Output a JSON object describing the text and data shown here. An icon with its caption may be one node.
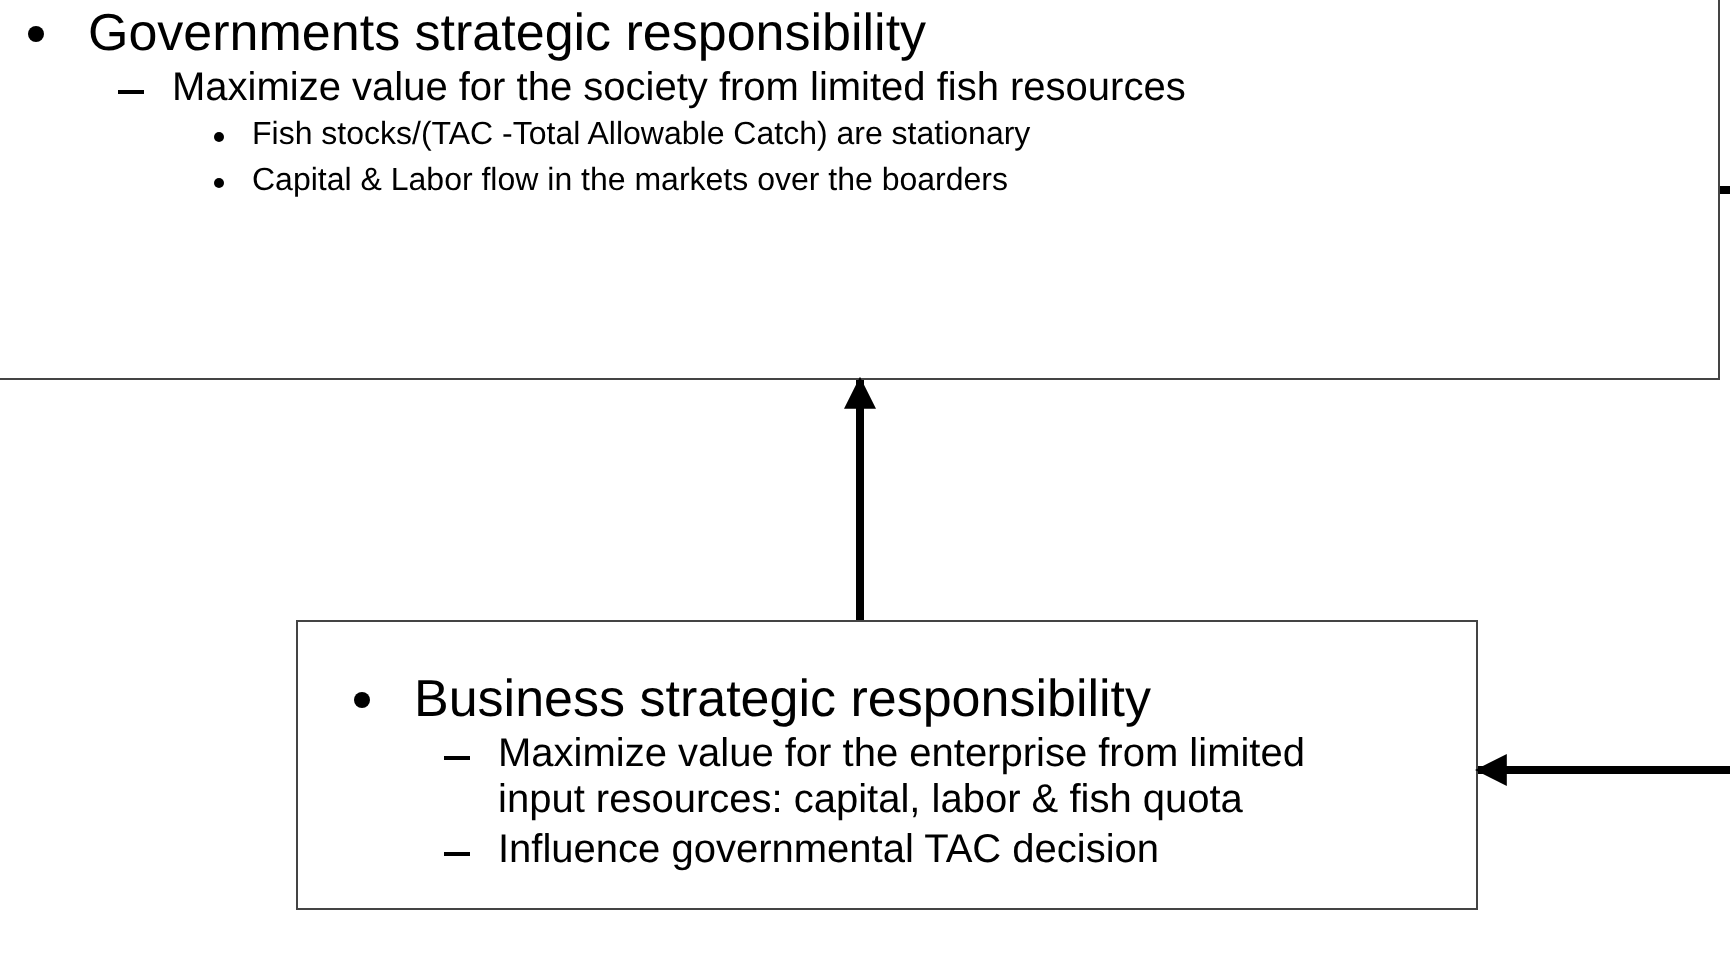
{
  "diagram": {
    "nodes": [
      {
        "text": [
          "Governments strategic responsibility",
          "Maximize value for the society from limited fish resources",
          "Fish stocks/(TAC -Total Allowable Catch) are stationary",
          "Capital & Labor flow in the markets over the boarders"
        ]
      },
      {
        "text": [
          "Business strategic responsibility",
          "Maximize value for the enterprise from limited input resources: capital, labor & fish quota",
          "Influence governmental TAC decision"
        ]
      }
    ],
    "edges": [
      {
        "from": 1,
        "to": 0,
        "arrow": "to"
      },
      {
        "from": 0,
        "to": null,
        "arrow": "none"
      },
      {
        "from": null,
        "to": 1,
        "arrow": "to"
      }
    ]
  }
}
